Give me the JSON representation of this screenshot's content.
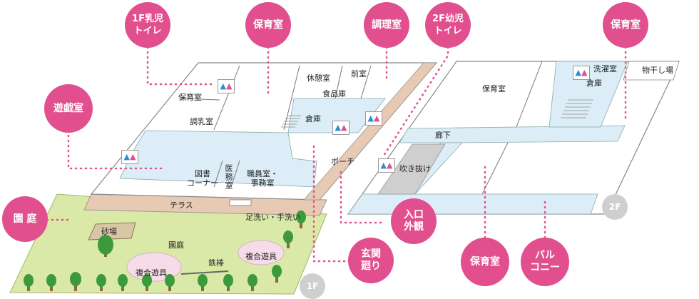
{
  "callouts": {
    "toilet_1f_infant": "1F乳児\nトイレ",
    "nursery_room_1": "保育室",
    "kitchen": "調理室",
    "toilet_2f_child": "2F幼児\nトイレ",
    "nursery_room_2": "保育室",
    "playroom": "遊戯室",
    "garden": "園 庭",
    "entrance_view": "入口\n外観",
    "entrance_area": "玄関\n廻り",
    "nursery_room_3": "保育室",
    "balcony": "バル\nコニー"
  },
  "floor1": {
    "nursery": "保育室",
    "milk_prep": "調乳室",
    "break_room": "休憩室",
    "front_room": "前室",
    "food_storage": "食品庫",
    "storage": "倉庫",
    "library": "図書\nコーナー",
    "medical": "医務室",
    "staff_office": "職員室・\n事務室",
    "porch": "ポーチ",
    "terrace": "テラス",
    "foot_wash": "足洗い・手洗い",
    "sandbox": "砂場",
    "garden": "園庭",
    "iron_bar": "鉄棒",
    "combo_play_1": "複合遊具",
    "combo_play_2": "複合遊具",
    "badge": "1F"
  },
  "floor2": {
    "nursery": "保育室",
    "laundry": "洗濯室",
    "storage": "倉庫",
    "drying": "物干し場",
    "corridor": "廊下",
    "atrium": "吹き抜け",
    "badge": "2F"
  },
  "colors": {
    "accent_pink": "#e24f8e",
    "corridor_blue": "#dcedf8",
    "terrace_tan": "#e7c9b4",
    "garden_green": "#dbe9a8",
    "atrium_gray": "#cfcfcf",
    "toilet_male": "#2a8fd0",
    "toilet_female": "#e24f8e"
  }
}
